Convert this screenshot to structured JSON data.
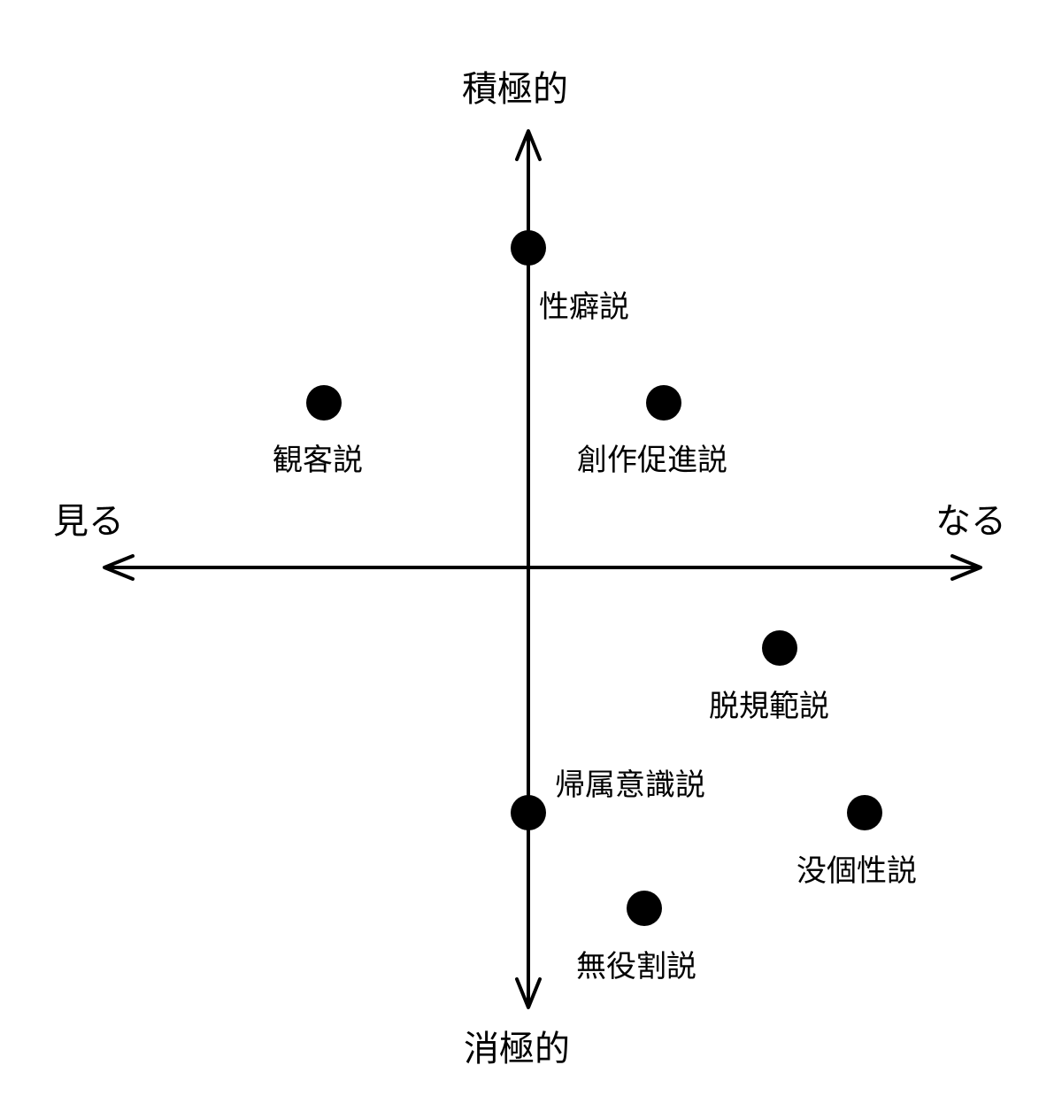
{
  "axes": {
    "top": "積極的",
    "bottom": "消極的",
    "left": "見る",
    "right": "なる"
  },
  "points": [
    {
      "id": "seiheki",
      "label": "性癖説"
    },
    {
      "id": "kankyaku",
      "label": "観客説"
    },
    {
      "id": "sousaku",
      "label": "創作促進説"
    },
    {
      "id": "datsukihan",
      "label": "脱規範説"
    },
    {
      "id": "kizoku",
      "label": "帰属意識説"
    },
    {
      "id": "botsukosei",
      "label": "没個性説"
    },
    {
      "id": "muyakuwari",
      "label": "無役割説"
    }
  ],
  "colors": {
    "ink": "#000000",
    "background": "#ffffff"
  }
}
